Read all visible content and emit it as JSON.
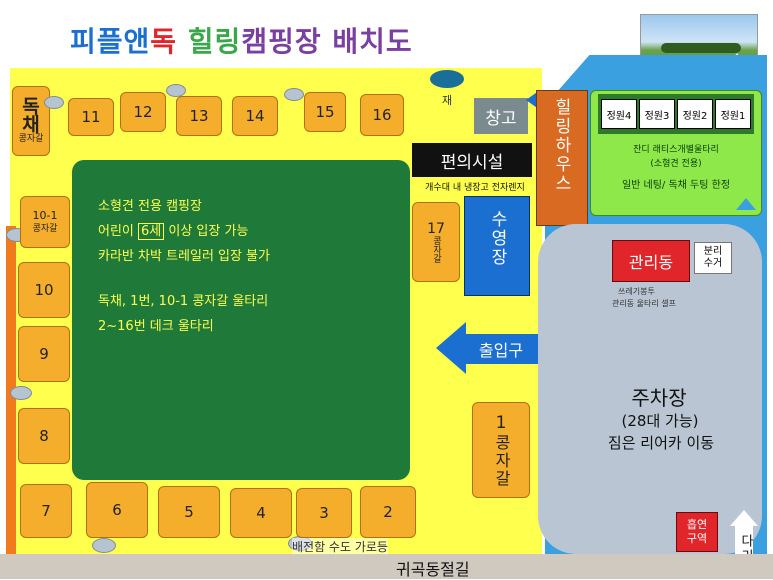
{
  "title": {
    "c1": "피플앤",
    "c2": "독",
    "c3": "힐링",
    "c4": "캠핑장 배치도"
  },
  "colors": {
    "blue": "#1a6fd0",
    "green": "#3aa84a",
    "red": "#e0262a",
    "orange": "#f07a1c",
    "purple": "#7a3fa0"
  },
  "lots_top": [
    "11",
    "12",
    "13",
    "14",
    "15",
    "16"
  ],
  "lots_bottom": [
    "7",
    "6",
    "5",
    "4",
    "3",
    "2"
  ],
  "lots_left": [
    "10",
    "9",
    "8"
  ],
  "dokchae": {
    "big": "독",
    "big2": "채",
    "sub": "콩자갈"
  },
  "lot_10_1": {
    "num": "10-1",
    "sub": "콩자갈"
  },
  "lot_17": {
    "num": "17",
    "sub": "콩자갈"
  },
  "lot_1": {
    "num": "1",
    "sub": "콩자갈"
  },
  "jae": "재",
  "storage": "창고",
  "healing_house": "힐링하우스",
  "convenience": "편의시설",
  "convenience_sub": "개수대 내 냉장고 전자렌지",
  "pool": "수영장",
  "entrance": "출입구",
  "admin": "관리동",
  "recycle": "분리수거",
  "trash_note1": "쓰레기봉투",
  "trash_note2": "관리동 울타리 셀프",
  "parking": {
    "title": "주차장",
    "capacity": "(28대 가능)",
    "note": "짐은 리어카 이동"
  },
  "smoking": "흡연구역",
  "bridge": "다리",
  "garden": {
    "sites": [
      "정원4",
      "정원3",
      "정원2",
      "정원1"
    ],
    "line1": "잔디 래티스개별울타리",
    "line2": "(소형견 전용)",
    "line3": "일반 네팅/ 독채 두팅 한정"
  },
  "green_info": {
    "l1": "소형견 전용 캠핑장",
    "l2a": "어린이 ",
    "l2b": "6세",
    "l2c": " 이상 입장 가능",
    "l3": "카라반 차박 트레일러 입장 불가",
    "l4": "독채, 1번, 10-1 콩자갈 울타리",
    "l5": "2~16번 데크 울타리"
  },
  "road_note": "배전함 수도 가로등",
  "road": "귀곡동절길"
}
